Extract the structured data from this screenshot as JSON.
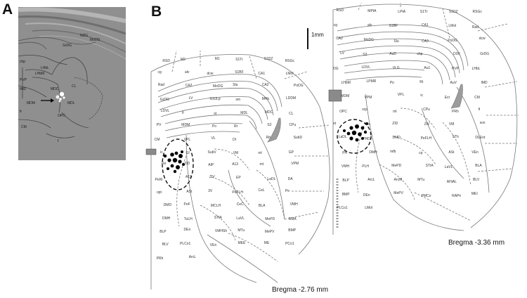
{
  "panels": {
    "a_label": "A",
    "b_label": "B"
  },
  "photo_labels": {
    "ndg": "NDG",
    "modg": "MoDG",
    "grdg": "GrDG",
    "lhbl": "LHbL",
    "lhbm": "LHbM",
    "chp": "chp",
    "pvp": "PVP",
    "imd": "IMD",
    "mdm": "MDM",
    "mdl": "MDL",
    "mdc": "MDC",
    "cl": "CL",
    "opc": "OPC",
    "cm": "CM",
    "fr": "fr",
    "f": "f"
  },
  "scale": {
    "label": "1mm"
  },
  "atlas_left": {
    "bregma": "Bregma -2.76 mm",
    "labels": [
      "RSD",
      "M2",
      "M1",
      "S1Tr",
      "S1DZ",
      "RSGc",
      "cg",
      "alv",
      "dcw",
      "S1BF",
      "CA1",
      "LMol",
      "Rad",
      "CA2",
      "MoDG",
      "Slu",
      "CA3",
      "PoDG",
      "GrDG",
      "LV",
      "S1ULp",
      "sm",
      "MHb",
      "LDDM",
      "LDVL",
      "fi",
      "st",
      "MDL",
      "MDC",
      "CL",
      "PV",
      "MDM",
      "Po",
      "Rt",
      "S2",
      "CPu",
      "CM",
      "VPL",
      "VL",
      "DI",
      "Rh",
      "SubD",
      "ic",
      "GI",
      "SubV",
      "VM",
      "ml",
      "GP",
      "Re",
      "ZID",
      "AIP",
      "A13",
      "mt",
      "VPM",
      "PeRi",
      "A11",
      "ZIV",
      "EP",
      "LaDL",
      "DA",
      "opt",
      "ASt",
      "3V",
      "PeFLH",
      "CeL",
      "Pe",
      "DMD",
      "PeF",
      "MCLH",
      "CeC",
      "BLA",
      "VMH",
      "DMH",
      "TuLH",
      "STIA",
      "LaVL",
      "MePD",
      "BMA",
      "BLP",
      "DEn",
      "VMHSh",
      "MTu",
      "MePV",
      "BMP",
      "BLV",
      "PLCo1",
      "VEn",
      "MEE",
      "ME",
      "PCo1",
      "PRh",
      "ArcL"
    ]
  },
  "atlas_right": {
    "bregma": "Bregma -3.36 mm",
    "labels": [
      "RSD",
      "MPtA",
      "LPtA",
      "S1Tr",
      "S1DZ",
      "RSGc",
      "cg",
      "alv",
      "S1BF",
      "CA1",
      "LMol",
      "Rad",
      "CA2",
      "MoDG",
      "Slu",
      "CA3",
      "PoDG",
      "dcw",
      "LV",
      "S2",
      "AuD",
      "chp",
      "D3V",
      "GrDG",
      "DG",
      "LDVL",
      "VLG",
      "Au1",
      "PVP",
      "LHbL",
      "LHbM",
      "LPMR",
      "Po",
      "Rt",
      "AuV",
      "IMD",
      "MDM",
      "VPM",
      "VPL",
      "ic",
      "Ect",
      "CM",
      "OPC",
      "scp",
      "ml",
      "CPu",
      "PRh",
      "fi",
      "st",
      "Re",
      "ZID",
      "ZIV",
      "VM",
      "sox",
      "LaDL",
      "PHD",
      "DMD",
      "PeFLH",
      "STh",
      "DLEnt",
      "PH",
      "DMH",
      "mfb",
      "cp",
      "ASt",
      "VEn",
      "VMH",
      "PLH",
      "MePD",
      "STIA",
      "LaVL",
      "BLA",
      "BLP",
      "ArcL",
      "ArcM",
      "MTu",
      "AHiAL",
      "BLV",
      "BMP",
      "DEn",
      "MePV",
      "PMCo",
      "RAPir",
      "MEI",
      "PLCo1",
      "LMol"
    ]
  }
}
